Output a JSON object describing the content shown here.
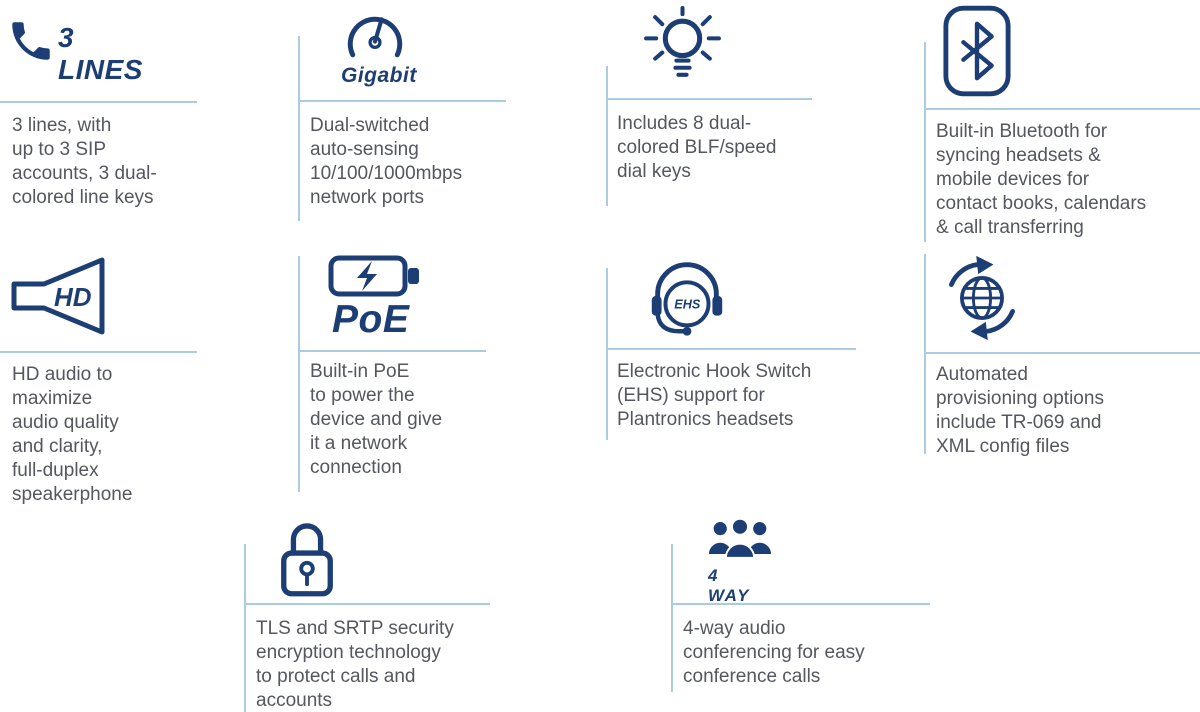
{
  "colors": {
    "icon_navy": "#1d3e75",
    "body_text": "#54575d",
    "rule_blue": "#a9cdde",
    "background": "#ffffff"
  },
  "features": [
    {
      "name": "three-lines",
      "icon": "phone-handset-icon",
      "label": "3 LINES",
      "text": "3 lines, with\nup to 3 SIP\naccounts, 3 dual-\ncolored line keys"
    },
    {
      "name": "gigabit",
      "icon": "speedometer-icon",
      "label": "Gigabit",
      "text": "Dual-switched\nauto-sensing\n10/100/1000mbps\nnetwork ports"
    },
    {
      "name": "blf-keys",
      "icon": "lightbulb-icon",
      "text": "Includes 8 dual-\ncolored BLF/speed\ndial keys"
    },
    {
      "name": "bluetooth",
      "icon": "bluetooth-icon",
      "text": "Built-in Bluetooth for\nsyncing headsets &\nmobile devices for\ncontact books, calendars\n& call transferring"
    },
    {
      "name": "hd-audio",
      "icon": "speaker-icon",
      "icon_text": "HD",
      "text": "HD audio to\nmaximize\naudio quality\nand clarity,\nfull-duplex\nspeakerphone"
    },
    {
      "name": "poe",
      "icon": "battery-icon",
      "label": "PoE",
      "text": "Built-in PoE\nto power the\ndevice and give\nit a network\nconnection"
    },
    {
      "name": "ehs",
      "icon": "headset-icon",
      "icon_text": "EHS",
      "text": "Electronic Hook Switch\n(EHS) support for\nPlantronics headsets"
    },
    {
      "name": "provisioning",
      "icon": "globe-sync-icon",
      "text": "Automated\nprovisioning options\ninclude TR-069 and\nXML config files"
    },
    {
      "name": "security",
      "icon": "padlock-icon",
      "text": "TLS and SRTP security\nencryption technology\nto protect calls and\naccounts"
    },
    {
      "name": "conferencing",
      "icon": "people-group-icon",
      "label": "4 WAY",
      "text": "4-way audio\nconferencing for easy\nconference calls"
    }
  ]
}
